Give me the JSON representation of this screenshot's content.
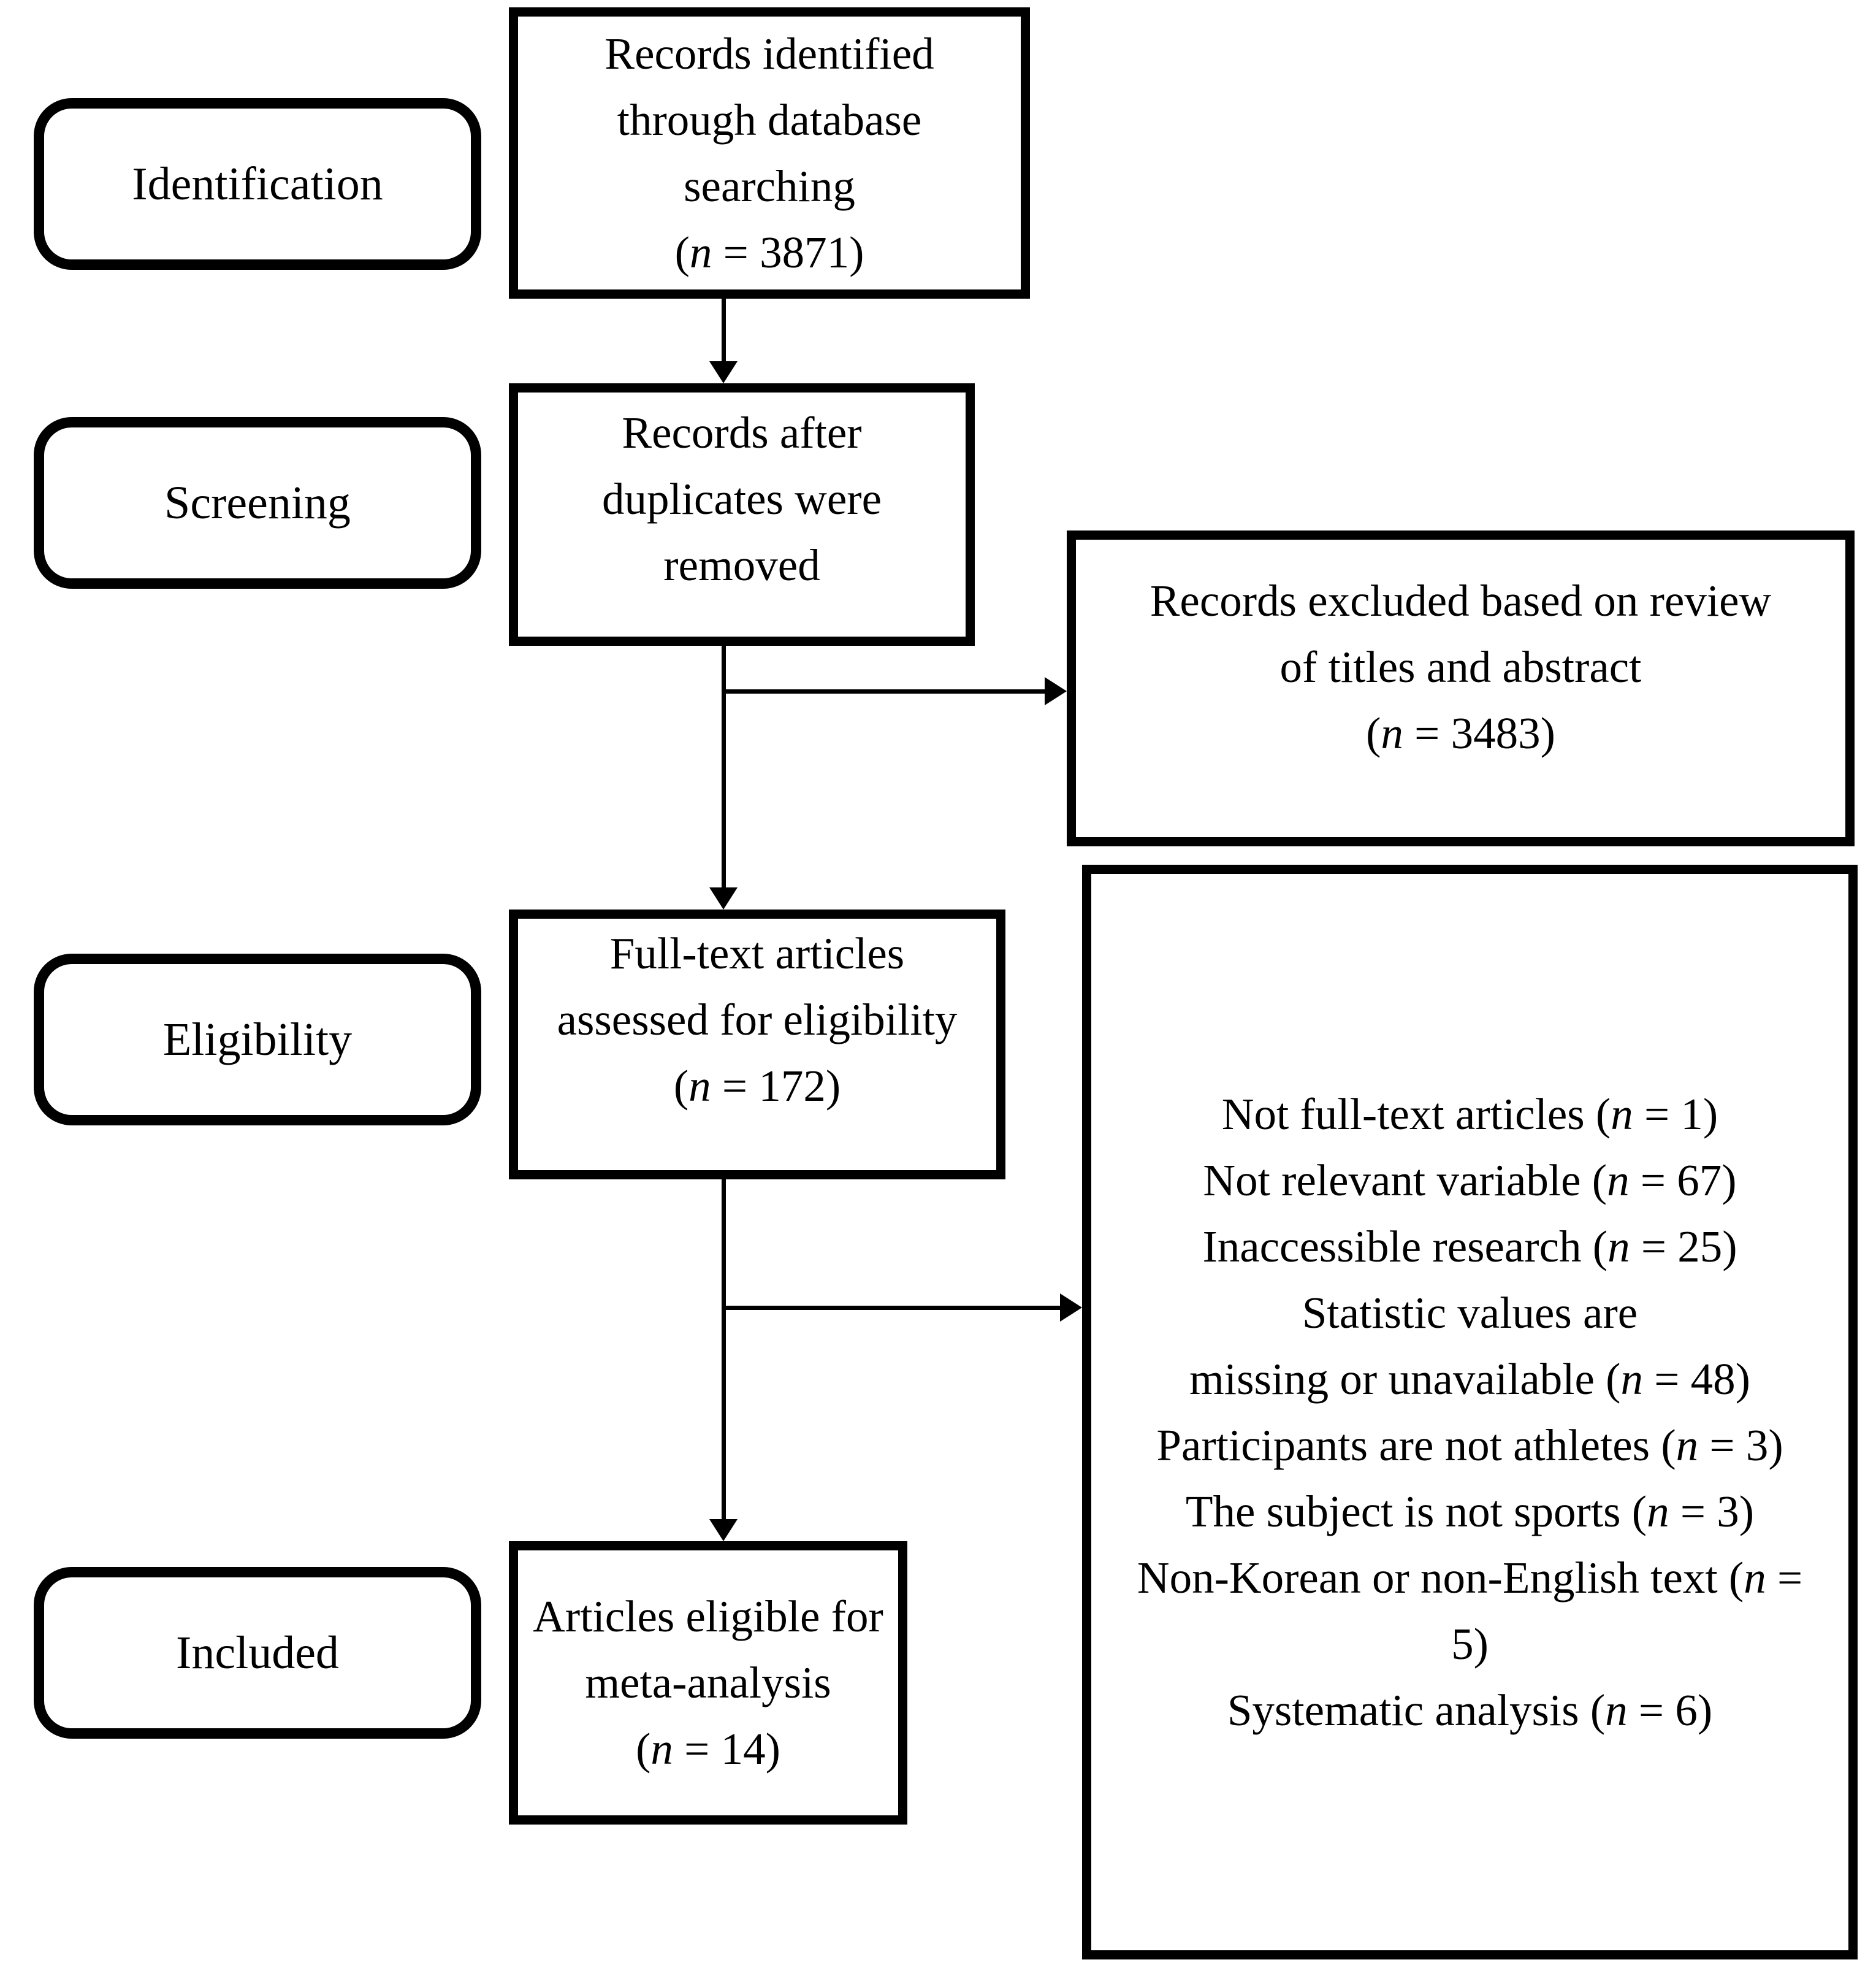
{
  "flowchart": {
    "stage_labels": [
      "Identification",
      "Screening",
      "Eligibility",
      "Included"
    ],
    "main_boxes": [
      {
        "name": "records-identified",
        "lines": [
          "Records identified",
          "through database",
          "searching",
          "(n = 3871)"
        ]
      },
      {
        "name": "records-after-duplicates",
        "lines": [
          "Records after",
          "duplicates were",
          "removed"
        ]
      },
      {
        "name": "fulltext-assessed",
        "lines": [
          "Full-text articles",
          "assessed for eligibility",
          "(n = 172)"
        ]
      },
      {
        "name": "articles-eligible",
        "lines": [
          "Articles eligible for",
          "meta-analysis",
          "(n = 14)"
        ]
      }
    ],
    "side_boxes": [
      {
        "name": "records-excluded",
        "lines": [
          "Records excluded based on review",
          "of titles and abstract",
          "(n = 3483)"
        ]
      },
      {
        "name": "exclusion-reasons",
        "lines": [
          "Not full-text articles (n = 1)",
          "Not relevant variable (n = 67)",
          "Inaccessible research (n = 25)",
          "Statistic values are",
          "missing or unavailable (n = 48)",
          "Participants are not athletes (n = 3)",
          "The subject is not sports (n = 3)",
          "Non-Korean or non-English text (n =",
          "5)",
          "Systematic analysis (n = 6)"
        ]
      }
    ],
    "colors": {
      "line": "#000000",
      "text": "#000000",
      "background": "#ffffff"
    }
  }
}
